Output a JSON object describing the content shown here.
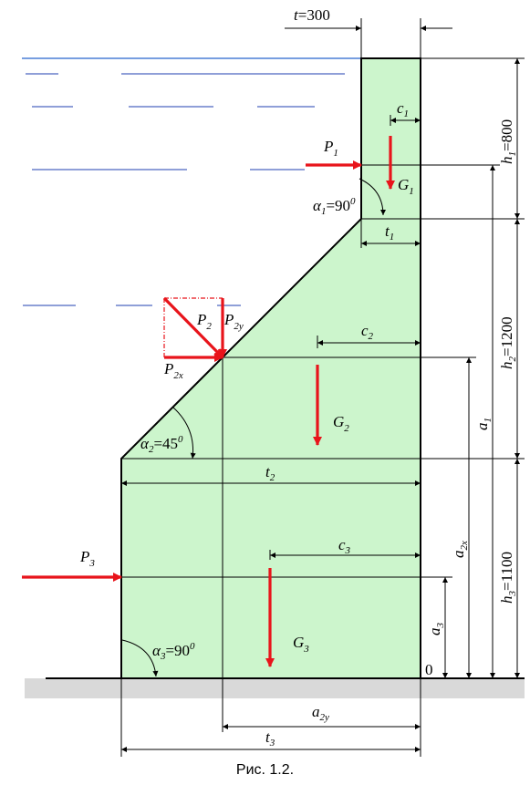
{
  "caption": "Рис. 1.2.",
  "labels": {
    "t": "t",
    "t_val": "=300",
    "c1": "c",
    "c1_sub": "1",
    "P1": "P",
    "P1_sub": "1",
    "G1": "G",
    "G1_sub": "1",
    "alpha1": "α",
    "alpha1_sub": "1",
    "alpha1_val": "=90",
    "alpha1_sup": "0",
    "t1": "t",
    "t1_sub": "1",
    "h1": "h",
    "h1_sub": "1",
    "h1_val": "=800",
    "h2": "h",
    "h2_sub": "2",
    "h2_val": "=1200",
    "h3": "h",
    "h3_sub": "3",
    "h3_val": "=1100",
    "a1": "a",
    "a1_sub": "1",
    "a2x": "a",
    "a2x_sub": "2x",
    "a3": "a",
    "a3_sub": "3",
    "P2": "P",
    "P2_sub": "2",
    "P2y": "P",
    "P2y_sub": "2y",
    "P2x": "P",
    "P2x_sub": "2x",
    "c2": "c",
    "c2_sub": "2",
    "G2": "G",
    "G2_sub": "2",
    "alpha2": "α",
    "alpha2_sub": "2",
    "alpha2_val": "=45",
    "alpha2_sup": "0",
    "t2": "t",
    "t2_sub": "2",
    "P3": "P",
    "P3_sub": "3",
    "c3": "c",
    "c3_sub": "3",
    "G3": "G",
    "G3_sub": "3",
    "alpha3": "α",
    "alpha3_sub": "3",
    "alpha3_val": "=90",
    "alpha3_sup": "0",
    "origin": "0",
    "a2y": "a",
    "a2y_sub": "2y",
    "t3": "t",
    "t3_sub": "3"
  },
  "colors": {
    "dam_fill": "#ccf5cc",
    "force": "#e8141b",
    "water": "#1f3fb0",
    "ground": "#d9d9d9"
  }
}
